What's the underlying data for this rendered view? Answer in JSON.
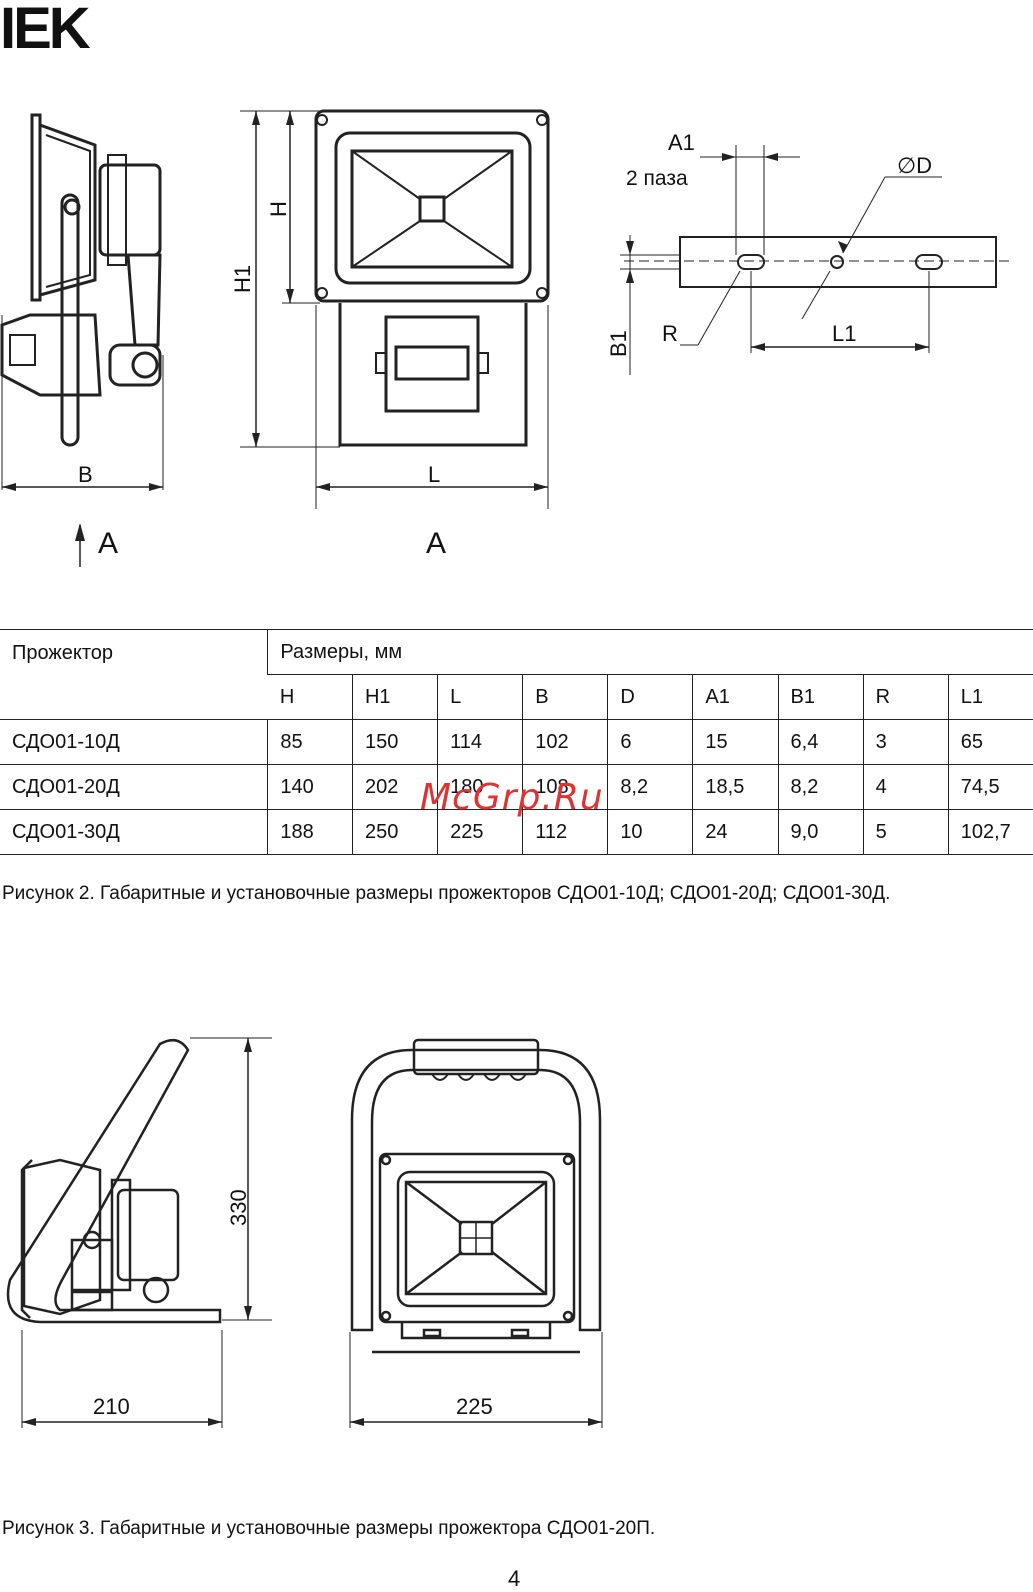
{
  "logo": "IEK",
  "figure2": {
    "labels": {
      "B": "B",
      "H": "H",
      "H1": "H1",
      "L": "L",
      "view_a_left": "A",
      "view_a_center": "A",
      "A1": "A1",
      "slots": "2 паза",
      "D": "∅D",
      "B1": "B1",
      "R": "R",
      "L1": "L1"
    }
  },
  "table": {
    "header_device": "Прожектор",
    "header_sizes": "Размеры, мм",
    "columns": [
      "H",
      "H1",
      "L",
      "B",
      "D",
      "A1",
      "B1",
      "R",
      "L1"
    ],
    "rows": [
      {
        "name": "СДО01-10Д",
        "values": [
          "85",
          "150",
          "114",
          "102",
          "6",
          "15",
          "6,4",
          "3",
          "65"
        ]
      },
      {
        "name": "СДО01-20Д",
        "values": [
          "140",
          "202",
          "180",
          "108",
          "8,2",
          "18,5",
          "8,2",
          "4",
          "74,5"
        ]
      },
      {
        "name": "СДО01-30Д",
        "values": [
          "188",
          "250",
          "225",
          "112",
          "10",
          "24",
          "9,0",
          "5",
          "102,7"
        ]
      }
    ]
  },
  "caption2": "Рисунок 2. Габаритные и установочные размеры прожекторов СДО01-10Д; СДО01-20Д; СДО01-30Д.",
  "figure3": {
    "dim_height": "330",
    "dim_side_width": "210",
    "dim_front_width": "225"
  },
  "caption3": "Рисунок 3. Габаритные и установочные размеры прожектора СДО01-20П.",
  "watermark": "McGrp.Ru",
  "page_number": "4"
}
